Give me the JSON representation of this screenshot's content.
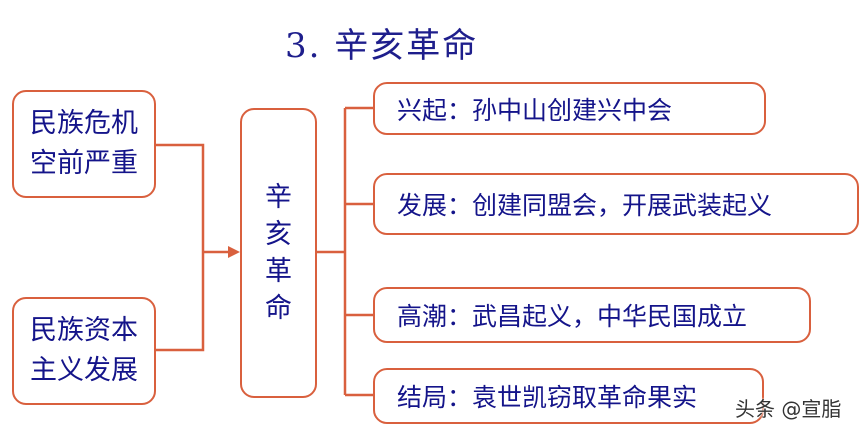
{
  "title": "3. 辛亥革命",
  "causes": [
    {
      "line1": "民族危机",
      "line2": "空前严重"
    },
    {
      "line1": "民族资本",
      "line2": "主义发展"
    }
  ],
  "center": [
    "辛",
    "亥",
    "革",
    "命"
  ],
  "stages": [
    {
      "label": "兴起：",
      "text": "孙中山创建兴中会"
    },
    {
      "label": "发展：",
      "text": "创建同盟会，开展武装起义"
    },
    {
      "label": "高潮：",
      "text": "武昌起义，中华民国成立"
    },
    {
      "label": "结局：",
      "text": "袁世凯窃取革命果实"
    }
  ],
  "watermark": "头条 @宣脂",
  "colors": {
    "border": "#d9603e",
    "text": "#14148a"
  }
}
